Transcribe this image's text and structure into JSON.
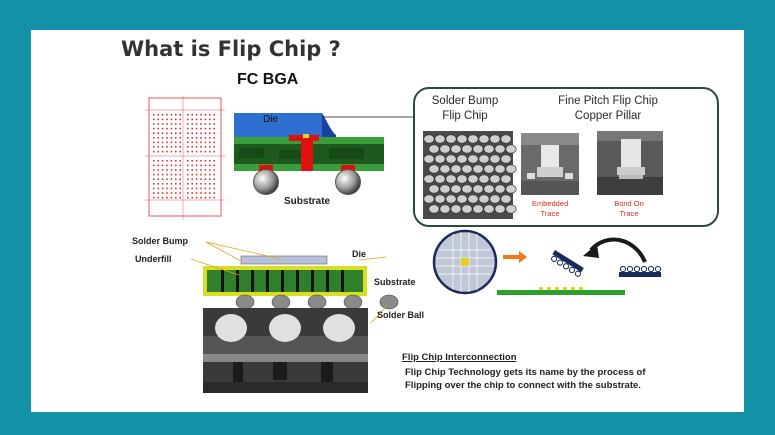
{
  "title": "What is Flip Chip ?",
  "fcbga": {
    "title": "FC BGA",
    "die_label": "Die",
    "substrate_label": "Substrate"
  },
  "callout": {
    "solder_bump_heading": [
      "Solder Bump",
      "Flip Chip"
    ],
    "fine_pitch_heading": [
      "Fine Pitch Flip Chip",
      "Copper Pillar"
    ],
    "embedded_trace_label": [
      "Embedded",
      "Trace"
    ],
    "bond_on_trace_label": [
      "Bond On",
      "Trace"
    ]
  },
  "cross_section": {
    "solder_bump_label": "Solder Bump",
    "underfill_label": "Underfill",
    "die_label": "Die",
    "substrate_label": "Substrate",
    "solder_ball_label": "Solder Ball"
  },
  "interconnection": {
    "heading": "Flip Chip Interconnection",
    "line1": "Flip Chip Technology gets its name by the process of",
    "line2": "Flipping over the chip to connect with the substrate."
  },
  "colors": {
    "frame": "#1392a8",
    "die_blue": "#2f6fd0",
    "substrate_green": "#2e8b2e",
    "interconnect_red": "#e01010",
    "arrow_orange": "#f07a1a"
  }
}
